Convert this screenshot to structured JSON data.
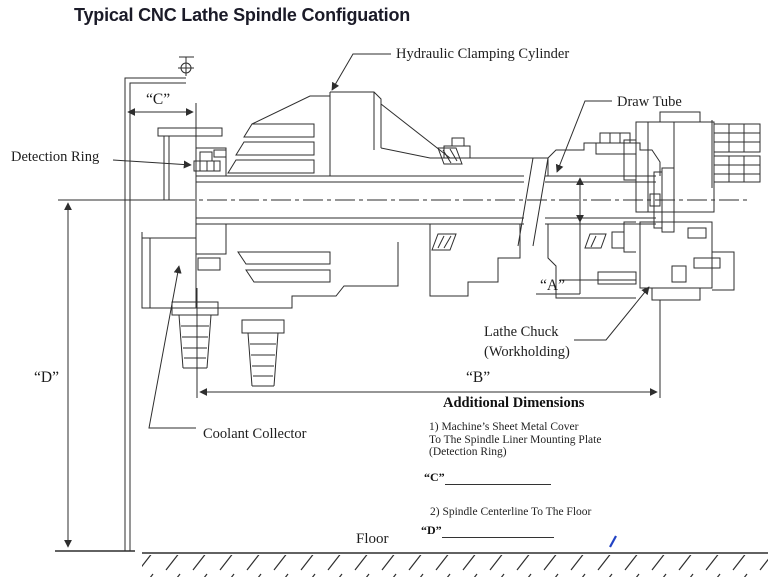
{
  "title": "Typical CNC Lathe Spindle Configuation",
  "labels": {
    "hydraulic": "Hydraulic Clamping Cylinder",
    "draw_tube": "Draw Tube",
    "detection_ring": "Detection Ring",
    "lathe_chuck_line1": "Lathe Chuck",
    "lathe_chuck_line2": "(Workholding)",
    "coolant_collector": "Coolant Collector",
    "floor": "Floor"
  },
  "dimensions": {
    "a": "“A”",
    "b": "“B”",
    "c": "“C”",
    "d": "“D”"
  },
  "additional_dimensions": {
    "heading": "Additional Dimensions",
    "item1_line1": "1) Machine’s Sheet Metal Cover",
    "item1_line2": "To The Spindle Liner Mounting Plate",
    "item1_line3": "(Detection Ring)",
    "item1_blank_label": "“C”",
    "item2_line1": "2) Spindle Centerline To The Floor",
    "item2_blank_label": "“D”"
  },
  "colors": {
    "line": "#2e2e2e",
    "text": "#1e1e1e",
    "pen_mark": "#2243c4"
  }
}
